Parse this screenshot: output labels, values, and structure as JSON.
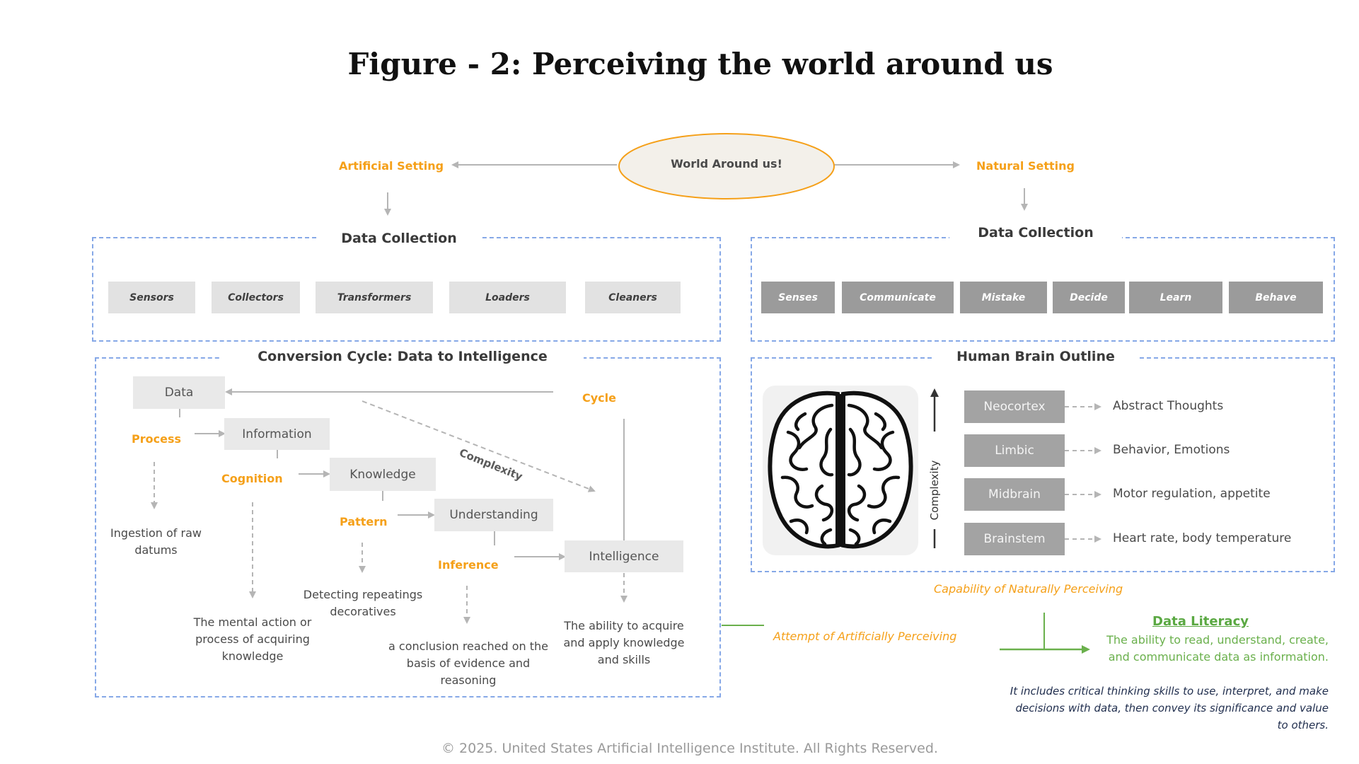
{
  "title": "Figure - 2: Perceiving the world around us",
  "world": "World Around us!",
  "artificial_setting": "Artificial Setting",
  "natural_setting": "Natural Setting",
  "left_collection": {
    "title": "Data Collection",
    "items": [
      "Sensors",
      "Collectors",
      "Transformers",
      "Loaders",
      "Cleaners"
    ]
  },
  "right_collection": {
    "title": "Data Collection",
    "items": [
      "Senses",
      "Communicate",
      "Mistake",
      "Decide",
      "Learn",
      "Behave"
    ]
  },
  "conversion": {
    "title": "Conversion Cycle: Data to Intelligence",
    "stages": [
      "Data",
      "Information",
      "Knowledge",
      "Understanding",
      "Intelligence"
    ],
    "processes": [
      "Process",
      "Cognition",
      "Pattern",
      "Inference"
    ],
    "cycle": "Cycle",
    "complexity": "Complexity",
    "descriptions": [
      "Ingestion of raw datums",
      "The mental action or process of acquiring knowledge",
      "Detecting repeatings decoratives",
      "a conclusion reached on the basis of evidence and reasoning",
      "The ability to acquire and apply knowledge and skills"
    ]
  },
  "brain": {
    "title": "Human Brain Outline",
    "complexity": "Complexity",
    "parts": [
      {
        "name": "Neocortex",
        "function": "Abstract Thoughts"
      },
      {
        "name": "Limbic",
        "function": "Behavior, Emotions"
      },
      {
        "name": "Midbrain",
        "function": "Motor regulation, appetite"
      },
      {
        "name": "Brainstem",
        "function": "Heart rate, body temperature"
      }
    ]
  },
  "capability_natural": "Capability of Naturally Perceiving",
  "attempt_artificial": "Attempt of Artificially Perceiving",
  "data_literacy": {
    "title": "Data Literacy",
    "definition": "The ability to read, understand, create, and communicate data as information.",
    "note": "It includes critical thinking skills to use, interpret, and make decisions with data, then convey its significance and value to others."
  },
  "footer": "© 2025. United States Artificial Intelligence Institute. All Rights Reserved.",
  "colors": {
    "accent_orange": "#f5a019",
    "frame_blue": "#86a8e7",
    "literacy_green": "#6ab04c",
    "ellipse_fill": "#f3f0ea"
  }
}
